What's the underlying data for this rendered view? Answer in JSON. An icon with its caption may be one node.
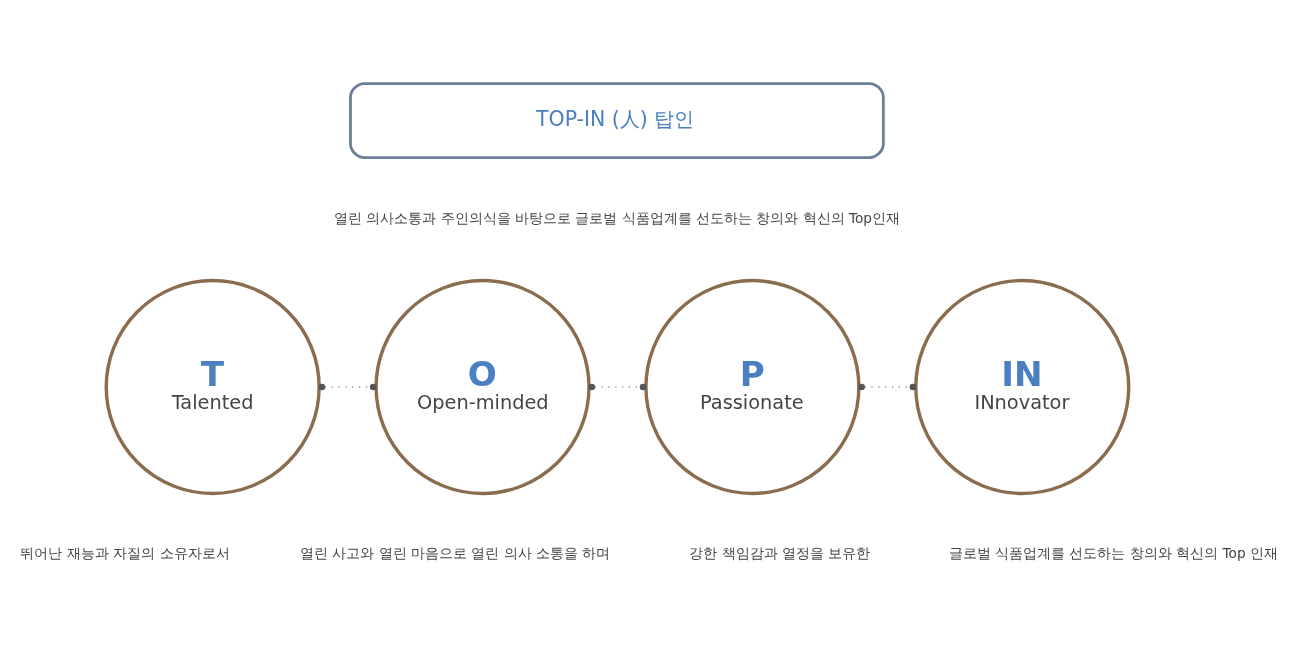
{
  "diagram": {
    "nodes": [
      {
        "text": [
          "TOP-IN (人) 탑인"
        ]
      },
      {
        "text": [
          "T",
          "Talented"
        ],
        "beside": [
          "뛰어난 재능과 자질의 소유자로서"
        ]
      },
      {
        "text": [
          "O",
          "Open-minded"
        ],
        "beside": [
          "열린 사고와 열린 마음으로 열린 의사 소통을 하며"
        ]
      },
      {
        "text": [
          "P",
          "Passionate"
        ],
        "beside": [
          "강한 책임감과 열정을 보유한"
        ]
      },
      {
        "text": [
          "IN",
          "INnovator"
        ],
        "beside": [
          "글로벌 식품업계를 선도하는 창의와 혁신의 Top 인재"
        ]
      }
    ],
    "edges": [
      {
        "from": 1,
        "to": 2,
        "arrow": "other",
        "style": "dashed"
      },
      {
        "from": 2,
        "to": 3,
        "arrow": "other",
        "style": "dashed"
      },
      {
        "from": 3,
        "to": 4,
        "arrow": "other",
        "style": "dashed"
      }
    ],
    "labels": [
      "열린 의사소통과 주인의식을 바탕으로 글로벌 식품업계를 선도하는 창의와 혁신의 Top인재"
    ]
  }
}
